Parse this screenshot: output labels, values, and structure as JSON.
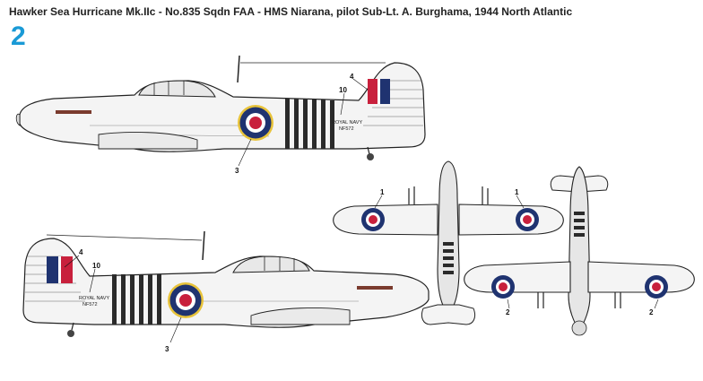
{
  "title": "Hawker Sea Hurricane Mk.IIc - No.835 Sqdn FAA - HMS Niarana, pilot Sub-Lt. A. Burghama, 1944 North Atlantic",
  "profile_number": "2",
  "colors": {
    "accent": "#1a9ad6",
    "fuselage": "#f4f4f4",
    "outline": "#222222",
    "stripe": "#2a2a2a",
    "roundel_red": "#c8203c",
    "roundel_blue": "#1f3370",
    "roundel_yellow": "#e8c33a",
    "roundel_white": "#ffffff"
  },
  "stencils": {
    "royal_navy": "ROYAL NAVY",
    "serial": "NF572"
  },
  "callouts": {
    "upper_profile": [
      "4",
      "10",
      "3"
    ],
    "lower_profile": [
      "4",
      "10",
      "3"
    ],
    "top_view": [
      "1",
      "1"
    ],
    "bottom_view": [
      "2",
      "2"
    ]
  },
  "icons": [
    "roundel-icon",
    "fin-flash-icon"
  ]
}
